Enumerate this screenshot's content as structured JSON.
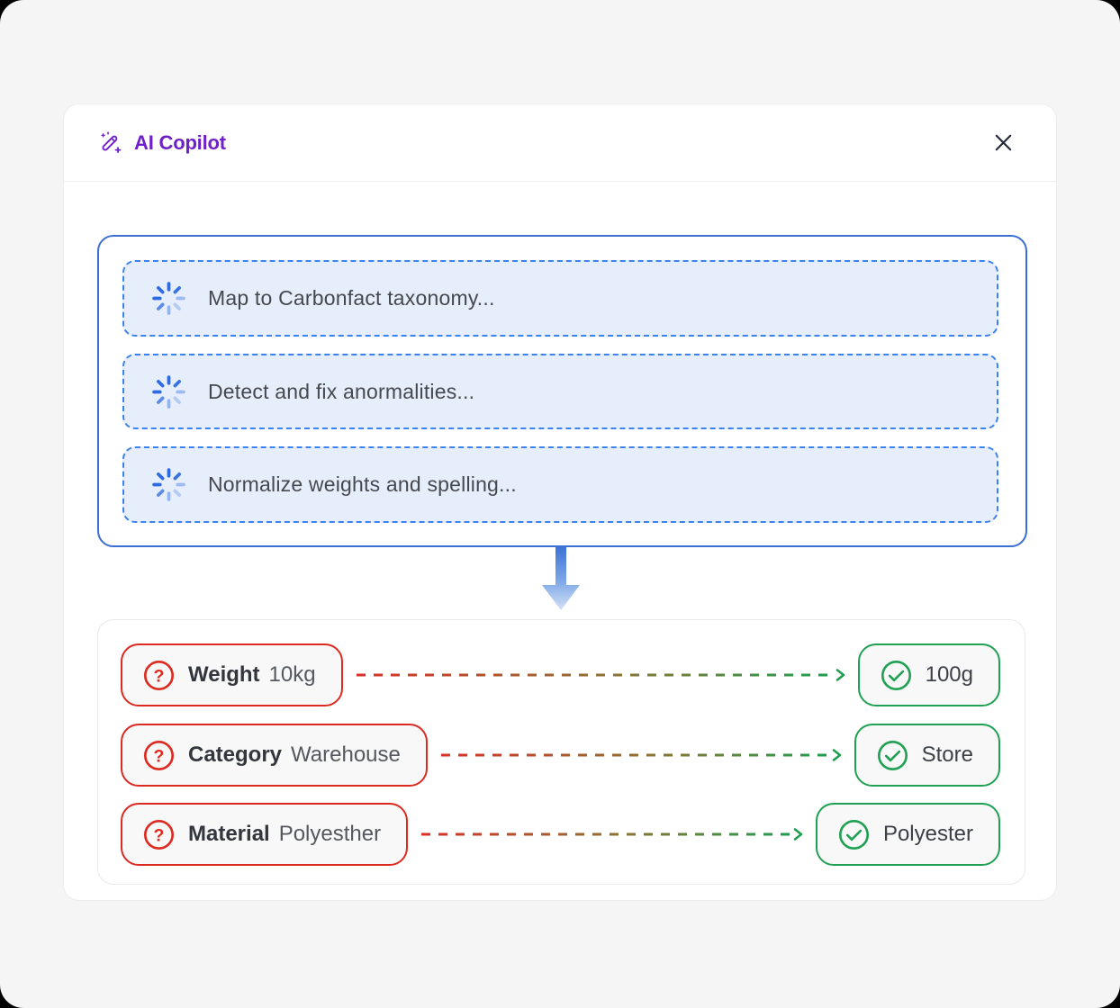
{
  "panel": {
    "title": "AI Copilot",
    "wand_icon": "magic-wand-sparkles-icon",
    "close_icon": "x-icon"
  },
  "tasks": {
    "items": [
      {
        "icon": "loading-spinner-icon",
        "label": "Map to Carbonfact taxonomy..."
      },
      {
        "icon": "loading-spinner-icon",
        "label": "Detect and fix anormalities..."
      },
      {
        "icon": "loading-spinner-icon",
        "label": "Normalize weights and spelling..."
      }
    ]
  },
  "corrections": {
    "rows": [
      {
        "icon_left": "question-circle-icon",
        "field": "Weight",
        "original": "10kg",
        "icon_right": "check-circle-icon",
        "corrected": "100g"
      },
      {
        "icon_left": "question-circle-icon",
        "field": "Category",
        "original": "Warehouse",
        "icon_right": "check-circle-icon",
        "corrected": "Store"
      },
      {
        "icon_left": "question-circle-icon",
        "field": "Material",
        "original": "Polyesther",
        "icon_right": "check-circle-icon",
        "corrected": "Polyester"
      }
    ]
  },
  "colors": {
    "page-bg": "#f4f5f4",
    "accent-purple": "#6e20c9",
    "box-border-blue": "#3a6fd3",
    "item-border-blue": "#3c82ec",
    "item-bg-blue": "#e7eefb",
    "spinner-blue": "#2f6be0",
    "error-red": "#dd2a21",
    "success-green": "#1fa052",
    "text-dark": "#45494f",
    "pill-bg": "#f7f8f7",
    "arrow-gradient-top": "#3a70d5",
    "arrow-gradient-bottom": "#d4e1f6"
  }
}
